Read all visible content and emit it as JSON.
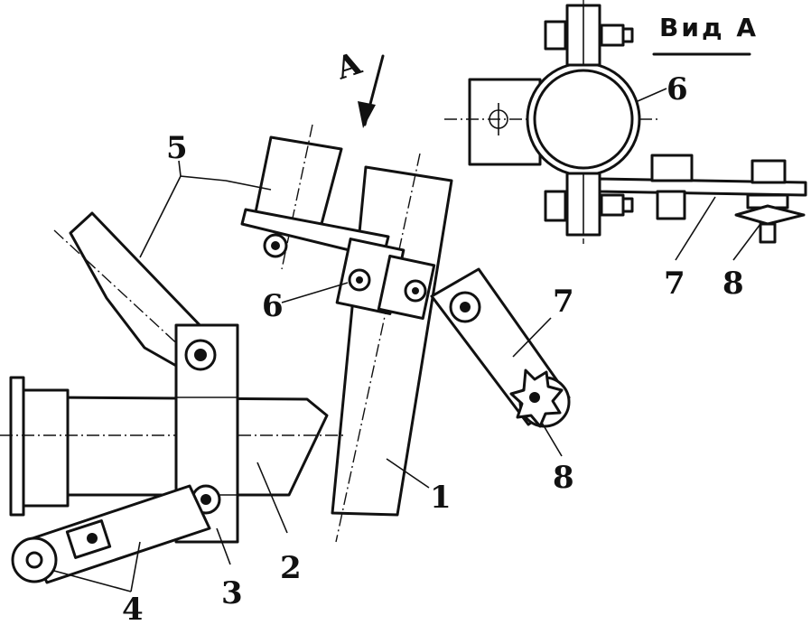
{
  "labels": {
    "l1": "1",
    "l2": "2",
    "l3": "3",
    "l4": "4",
    "l5": "5",
    "l6": "6",
    "l7": "7",
    "l8": "8",
    "arrow": "А"
  },
  "inset": {
    "title": "Вид А",
    "l6": "6",
    "l7": "7",
    "l8": "8"
  }
}
